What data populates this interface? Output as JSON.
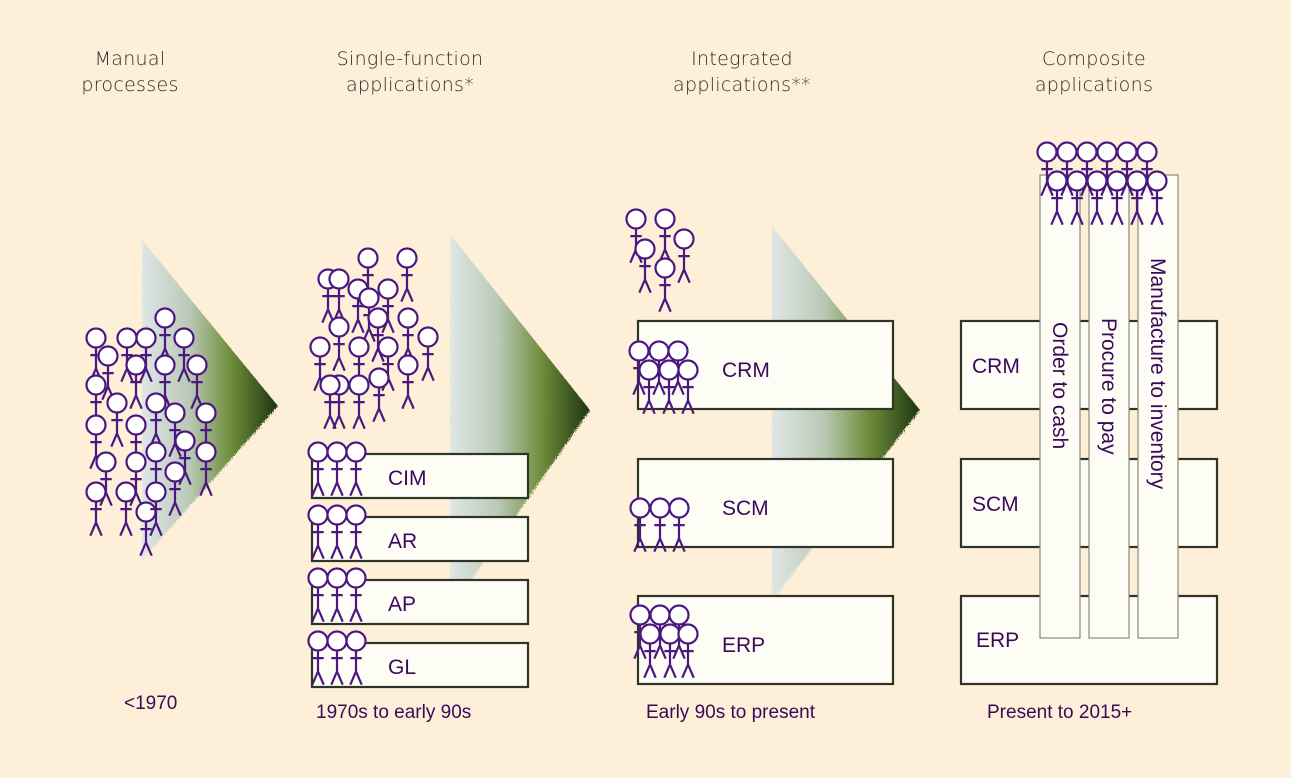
{
  "stages": [
    {
      "heading": [
        "Manual",
        "processes"
      ],
      "era": "<1970",
      "boxes": []
    },
    {
      "heading": [
        "Single-function",
        "applications*"
      ],
      "era": "1970s to early 90s",
      "boxes": [
        "CIM",
        "AR",
        "AP",
        "GL"
      ]
    },
    {
      "heading": [
        "Integrated",
        "applications**"
      ],
      "era": "Early 90s to present",
      "boxes": [
        "CRM",
        "SCM",
        "ERP"
      ]
    },
    {
      "heading": [
        "Composite",
        "applications"
      ],
      "era": "Present to 2015+",
      "boxes": [
        "CRM",
        "SCM",
        "ERP"
      ],
      "processes": [
        "Order to cash",
        "Procure to pay",
        "Manufacture to inventory"
      ]
    }
  ],
  "colors": {
    "background": "#fdefd8",
    "figure_stroke": "#4a1880",
    "label_text": "#3a0a5a",
    "arrow_dark": "#1f3a12",
    "arrow_light": "#c9d8d0"
  }
}
